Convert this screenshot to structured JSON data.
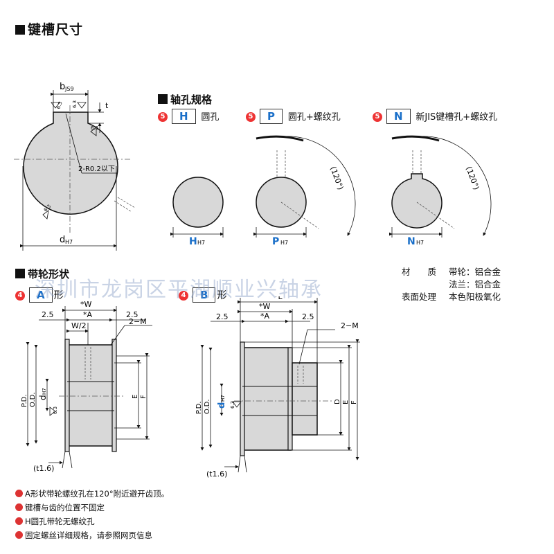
{
  "keyway_section": {
    "title": "键槽尺寸",
    "b_label": "b",
    "b_sub": "JS9",
    "t_label": "t",
    "ra_a": "6.3",
    "ra_b": "6.3",
    "ra_c": "6.3",
    "ra_d": "6.3",
    "radius_note": "2-R0.2以下",
    "d_label": "d",
    "d_sub": "H7"
  },
  "bore_section": {
    "title": "轴孔规格",
    "types": [
      {
        "num": "5",
        "code": "H",
        "desc": "圆孔",
        "dim": "H",
        "sub": "H7"
      },
      {
        "num": "5",
        "code": "P",
        "desc": "圆孔+螺纹孔",
        "dim": "P",
        "sub": "H7",
        "angle": "(120°)"
      },
      {
        "num": "5",
        "code": "N",
        "desc": "新JIS键槽孔+螺纹孔",
        "dim": "N",
        "sub": "H7",
        "angle": "(120°)"
      }
    ]
  },
  "pulley_section": {
    "title": "带轮形状",
    "type_a": {
      "num": "4",
      "code": "A",
      "suffix": "形"
    },
    "type_b": {
      "num": "4",
      "code": "B",
      "suffix": "形"
    },
    "dims_a": {
      "w": "*W",
      "a": "*A",
      "left": "2.5",
      "right": "2.5",
      "half": "W/2",
      "m": "2−M",
      "pd": "P.D.",
      "od": "O.D.",
      "d": "d",
      "d_sub": "H7",
      "ra": "6.3",
      "e": "E",
      "f": "F",
      "t": "(t1.6)"
    },
    "dims_b": {
      "l": "*L",
      "w": "*W",
      "a": "*A",
      "left": "2.5",
      "right": "2.5",
      "m": "2−M",
      "pd": "P.D.",
      "od": "O.D.",
      "d": "d",
      "d_sub": "H7",
      "ra": "6.3",
      "dd": "D",
      "e": "E",
      "f": "F",
      "t": "(t1.6)"
    }
  },
  "material": {
    "rows": [
      {
        "label": "材　　质",
        "value": "带轮：铝合金"
      },
      {
        "label": "",
        "value": "法兰：铝合金"
      },
      {
        "label": "表面处理",
        "value": "本色阳极氧化"
      }
    ]
  },
  "notes": [
    "A形状带轮螺纹孔在120°附近避开齿顶。",
    "键槽与齿的位置不固定",
    "H圆孔带轮无螺纹孔",
    "固定螺丝详细规格，请参照网页信息"
  ],
  "watermark": "深圳市龙岗区平湖顺业兴轴承"
}
